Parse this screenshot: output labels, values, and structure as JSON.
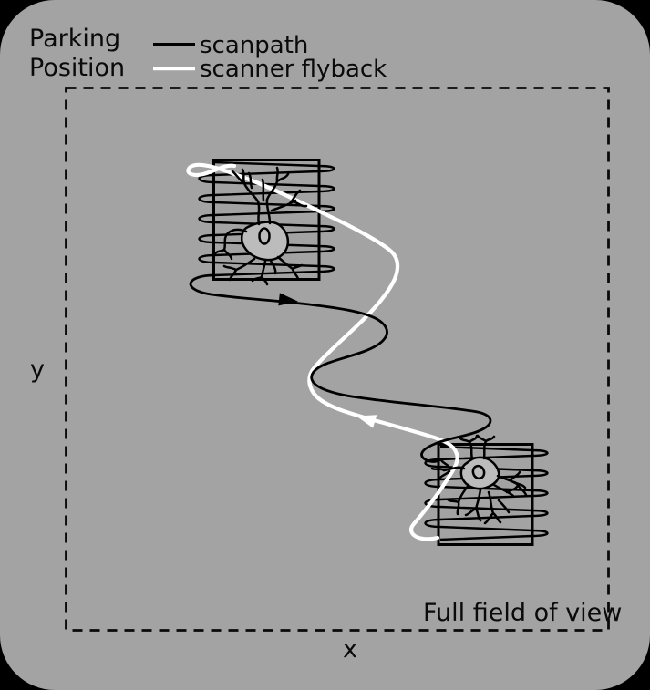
{
  "parking_position": {
    "line1": "Parking",
    "line2": "Position"
  },
  "legend": {
    "items": [
      {
        "label": "scanpath",
        "color": "#000000"
      },
      {
        "label": "scanner flyback",
        "color": "#ffffff"
      }
    ]
  },
  "axes": {
    "x_label": "x",
    "y_label": "y"
  },
  "field_of_view": {
    "label": "Full field of view"
  },
  "scan_regions": [
    {
      "id": "scan-region-1",
      "position": "top-left",
      "content": "neuron with raster scanpath"
    },
    {
      "id": "scan-region-2",
      "position": "bottom-right",
      "content": "neuron with raster scanpath"
    }
  ],
  "colors": {
    "canvas_background": "#a3a3a3",
    "outer_background": "#000000",
    "scanpath": "#000000",
    "scanner_flyback": "#ffffff",
    "soma_fill": "#bcbcbc"
  }
}
